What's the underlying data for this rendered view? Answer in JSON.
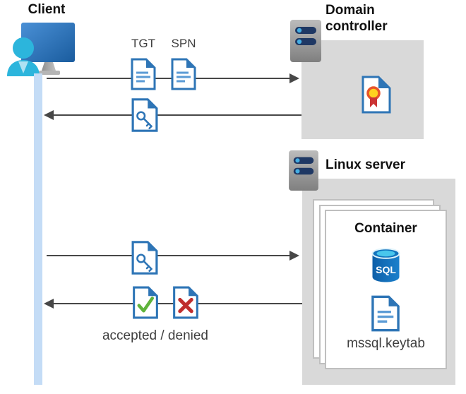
{
  "client": {
    "label": "Client"
  },
  "domain_controller": {
    "label": "Domain controller"
  },
  "linux_server": {
    "label": "Linux server"
  },
  "container": {
    "label": "Container",
    "sql_badge": "SQL",
    "keytab_label": "mssql.keytab"
  },
  "flows": {
    "tgt_label": "TGT",
    "spn_label": "SPN",
    "result_label": "accepted / denied"
  },
  "icons": {
    "client": "person-at-monitor-icon",
    "server": "server-icon",
    "certificate": "certificate-document-icon",
    "ticket": "key-document-icon",
    "document": "text-document-icon",
    "accepted": "check-document-icon",
    "denied": "x-document-icon",
    "sql": "sql-database-icon"
  },
  "colors": {
    "doc_blue": "#2e75b6",
    "doc_line_blue": "#5b9bd5",
    "box_gray": "#d9d9d9",
    "arrow_gray": "#474747",
    "lifeline_blue": "#c4dcf6",
    "accepted_green": "#5fb33b",
    "denied_red": "#bf2e2e",
    "sql_body_blue": "#1273bd",
    "sql_top_cyan": "#49c6ec",
    "server_bar_navy": "#1f3864",
    "person_cyan": "#2cb5dc",
    "monitor_blue": "#2f74b5",
    "cert_yellow": "#ffd21f",
    "cert_ribbon_red": "#cb3434",
    "text_dark": "#3f3f3f"
  }
}
